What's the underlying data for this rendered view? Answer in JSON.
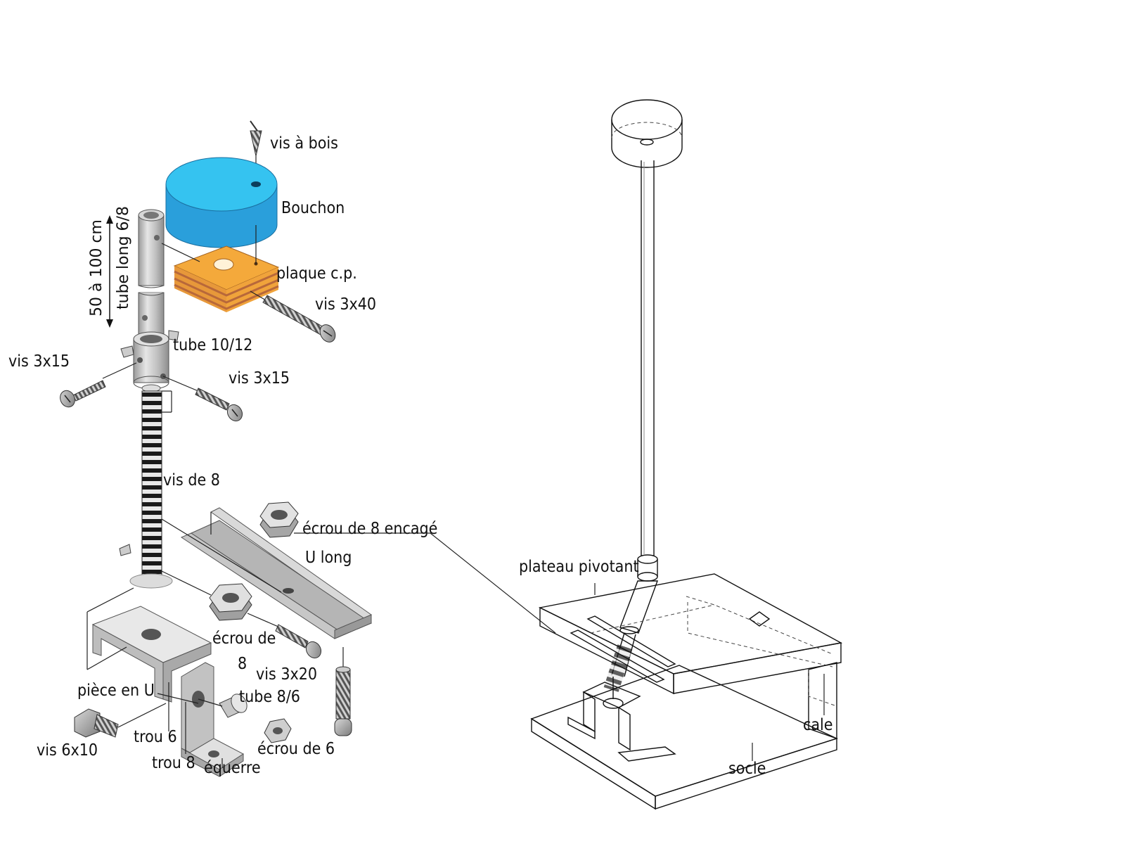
{
  "labels": {
    "vis_a_bois": "vis à bois",
    "bouchon": "Bouchon",
    "plaque_cp": "plaque c.p.",
    "vis_3x40": "vis 3x40",
    "tube_10_12": "tube 10/12",
    "vis_3x15_left": "vis 3x15",
    "vis_3x15_right": "vis 3x15",
    "vis_de_8": "vis de 8",
    "ecrou_de_8_encage": "écrou de 8 encagé",
    "u_long": "U long",
    "ecrou_de_8_line1": "écrou de",
    "ecrou_de_8_line2": "8",
    "vis_3x20": "vis 3x20",
    "piece_en_u": "pièce en U",
    "tube_8_6": "tube 8/6",
    "vis_6x10": "vis 6x10",
    "trou_6": "trou 6",
    "trou_8": "trou 8",
    "equerre": "équerre",
    "ecrou_de_6": "écrou de 6",
    "plateau_pivotant": "plateau pivotant",
    "cale": "cale",
    "socle": "socle"
  },
  "dimension": {
    "line1": "50 à 100 cm",
    "line2": "tube long 6/8"
  },
  "colors": {
    "bouchon": "#33b9ea",
    "bouchon_side": "#1f8fc9",
    "plaque": "#f3a83a",
    "plaque_stripe": "#c5753a",
    "metal": "#c8c8c8",
    "metal_dark": "#8a8a8a"
  }
}
